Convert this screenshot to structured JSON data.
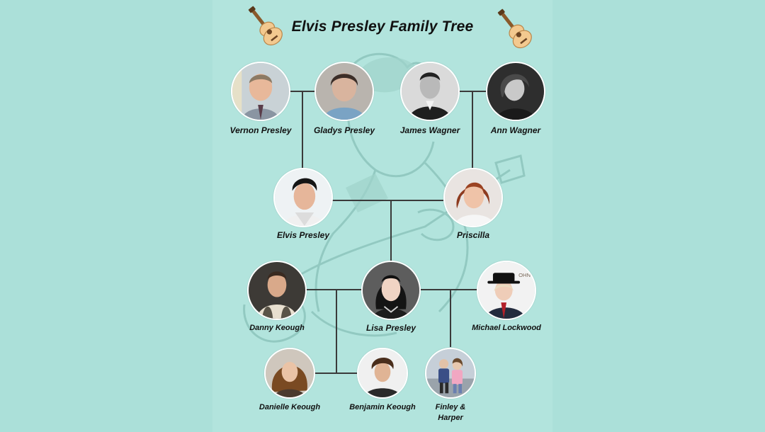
{
  "title": "Elvis Presley Family Tree",
  "decor": {
    "left_icon": "acoustic-guitar-icon",
    "right_icon": "acoustic-guitar-icon",
    "background_art": "elvis-with-guitar-sketch"
  },
  "colors": {
    "background": "#b2e4dd",
    "line": "#3a3a3a",
    "guitar_body": "#f3c98f"
  },
  "people": {
    "vernon": {
      "name": "Vernon Presley"
    },
    "gladys": {
      "name": "Gladys Presley"
    },
    "james": {
      "name": "James Wagner"
    },
    "ann": {
      "name": "Ann Wagner"
    },
    "elvis": {
      "name": "Elvis Presley"
    },
    "priscilla": {
      "name": "Priscilla"
    },
    "danny": {
      "name": "Danny Keough"
    },
    "lisa": {
      "name": "Lisa Presley"
    },
    "michael": {
      "name": "Michael Lockwood"
    },
    "danielle": {
      "name": "Danielle Keough"
    },
    "benjamin": {
      "name": "Benjamin Keough"
    },
    "finley": {
      "name_line1": "Finley &",
      "name_line2": "Harper"
    }
  },
  "relationships": [
    {
      "couple": [
        "Vernon Presley",
        "Gladys Presley"
      ],
      "child": "Elvis Presley"
    },
    {
      "couple": [
        "James Wagner",
        "Ann Wagner"
      ],
      "child": "Priscilla"
    },
    {
      "couple": [
        "Elvis Presley",
        "Priscilla"
      ],
      "child": "Lisa Presley"
    },
    {
      "couple": [
        "Danny Keough",
        "Lisa Presley"
      ],
      "children": [
        "Danielle Keough",
        "Benjamin Keough"
      ]
    },
    {
      "couple": [
        "Lisa Presley",
        "Michael Lockwood"
      ],
      "children": [
        "Finley & Harper"
      ]
    }
  ]
}
